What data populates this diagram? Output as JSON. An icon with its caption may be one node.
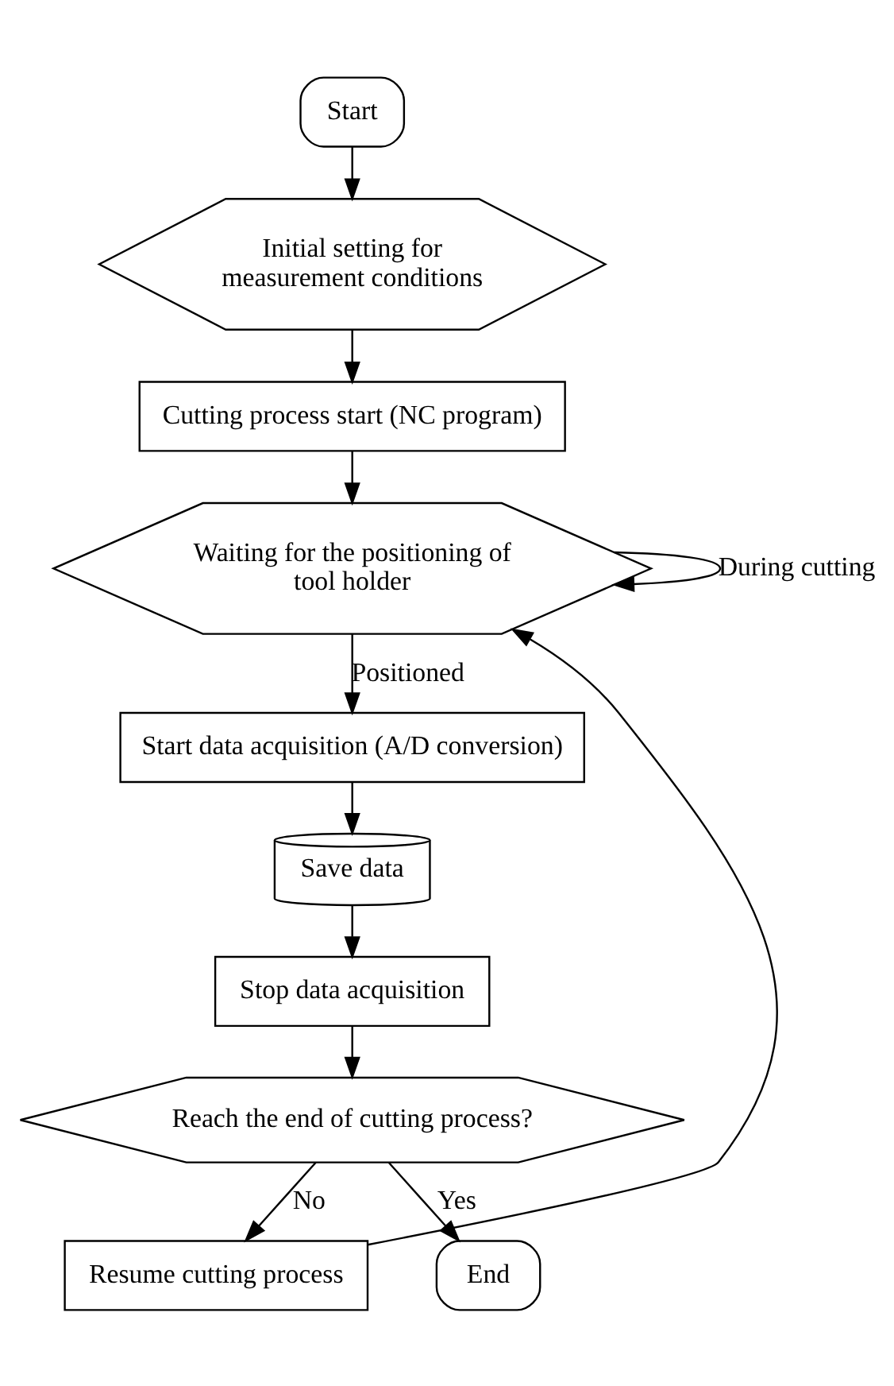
{
  "diagram": {
    "nodes": [
      {
        "text": [
          "Start"
        ]
      },
      {
        "text": [
          "Initial setting for measurement conditions"
        ]
      },
      {
        "text": [
          "Cutting process start (NC program)"
        ]
      },
      {
        "text": [
          "Waiting for the positioning of tool holder"
        ]
      },
      {
        "text": [
          "Start data acquisition (A/D conversion)"
        ]
      },
      {
        "text": [
          "Save data"
        ]
      },
      {
        "text": [
          "Stop data acquisition"
        ]
      },
      {
        "text": [
          "Reach the end of cutting process?"
        ]
      },
      {
        "text": [
          "Resume cutting process"
        ]
      },
      {
        "text": [
          "End"
        ]
      }
    ],
    "edges": [
      {
        "from": 0,
        "to": 1,
        "arrow": "to"
      },
      {
        "from": 1,
        "to": 2,
        "arrow": "to"
      },
      {
        "from": 2,
        "to": 3,
        "arrow": "to"
      },
      {
        "from": 3,
        "to": 3,
        "arrow": "to",
        "label": "During cutting"
      },
      {
        "from": 3,
        "to": 4,
        "arrow": "to",
        "label": "Positioned"
      },
      {
        "from": 4,
        "to": 5,
        "arrow": "to"
      },
      {
        "from": 5,
        "to": 6,
        "arrow": "to"
      },
      {
        "from": 6,
        "to": 7,
        "arrow": "to"
      },
      {
        "from": 7,
        "to": 9,
        "arrow": "to",
        "label": "Yes"
      },
      {
        "from": 7,
        "to": 8,
        "arrow": "to",
        "label": "No"
      },
      {
        "from": 8,
        "to": 3,
        "arrow": "to"
      }
    ]
  }
}
